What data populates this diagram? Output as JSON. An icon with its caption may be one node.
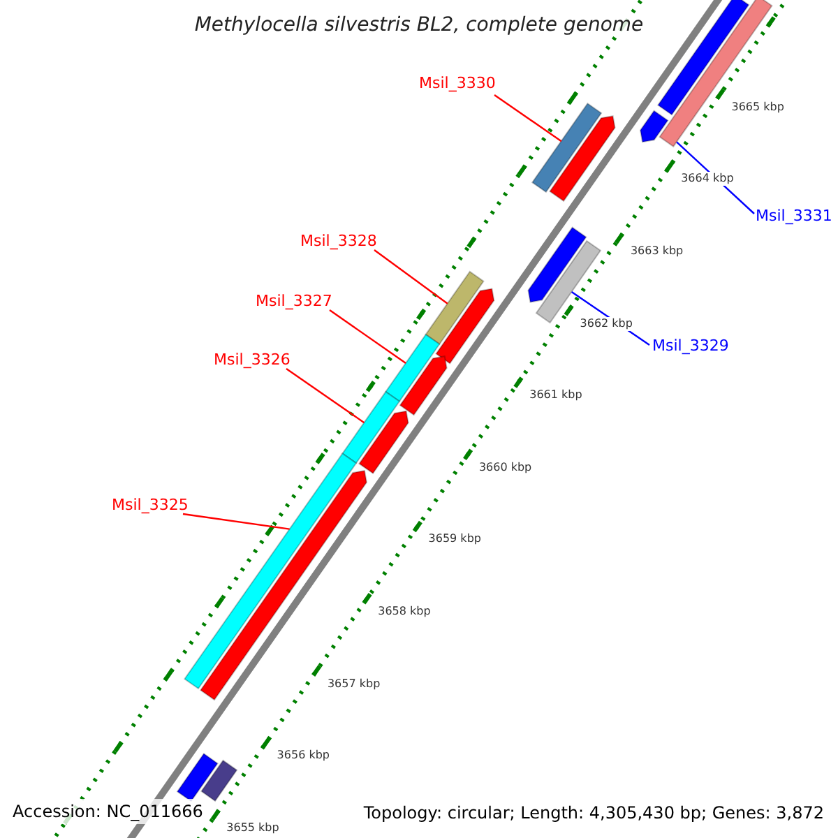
{
  "diagram": {
    "title": "Methylocella silvestris BL2, complete genome",
    "nodes": [
      {
        "text": [
          "Msil_3330"
        ]
      },
      {
        "text": [
          "Msil_3331"
        ]
      },
      {
        "text": [
          "Msil_3328"
        ]
      },
      {
        "text": [
          "Msil_3327"
        ]
      },
      {
        "text": [
          "Msil_3329"
        ]
      },
      {
        "text": [
          "Msil_3326"
        ]
      },
      {
        "text": [
          "Msil_3325"
        ]
      },
      {
        "text": [],
        "shape": "bar"
      },
      {
        "text": [],
        "shape": "bar"
      },
      {
        "text": [],
        "shape": "bar"
      },
      {
        "text": [],
        "shape": "bar"
      },
      {
        "text": [],
        "shape": "bar"
      },
      {
        "text": [],
        "shape": "bar"
      },
      {
        "text": [],
        "shape": "bar"
      },
      {
        "text": [],
        "shape": "bar"
      },
      {
        "text": [],
        "shape": "bar"
      },
      {
        "text": [],
        "shape": "bar"
      },
      {
        "text": [],
        "shape": "bar"
      },
      {
        "text": [],
        "shape": "bar"
      },
      {
        "text": [],
        "shape": "bar"
      },
      {
        "text": [],
        "shape": "bar"
      },
      {
        "text": [],
        "shape": "bar"
      },
      {
        "text": [],
        "shape": "bar"
      },
      {
        "text": [],
        "shape": "bar"
      }
    ],
    "edges": [
      {
        "from": 0,
        "to": 10,
        "arrow": "none"
      },
      {
        "from": 1,
        "to": 8,
        "arrow": "none",
        "color": "#0000ff"
      },
      {
        "from": 2,
        "to": 14,
        "arrow": "none"
      },
      {
        "from": 3,
        "to": 16,
        "arrow": "none"
      },
      {
        "from": 4,
        "to": 13,
        "arrow": "none",
        "color": "#0000ff"
      },
      {
        "from": 5,
        "to": 18,
        "arrow": "none"
      },
      {
        "from": 6,
        "to": 20,
        "arrow": "none"
      }
    ],
    "labels": [
      "3665 kbp",
      "3664 kbp",
      "3663 kbp",
      "3662 kbp",
      "3661 kbp",
      "3660 kbp",
      "3659 kbp",
      "3658 kbp",
      "3657 kbp",
      "3656 kbp",
      "3655 kbp",
      "Accession: NC_011666",
      "Topology: circular; Length: 4,305,430 bp; Genes: 3,872"
    ]
  }
}
